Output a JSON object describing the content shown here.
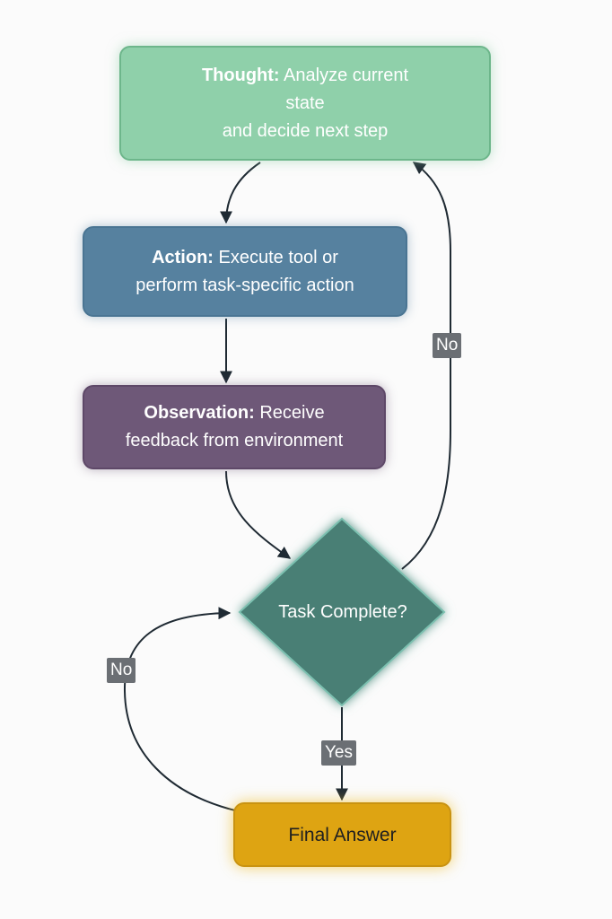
{
  "nodes": {
    "thought": {
      "label_bold": "Thought:",
      "line1": "Analyze current",
      "line2": "state",
      "line3": "and decide next step",
      "color": "#8fd0aa"
    },
    "action": {
      "label_bold": "Action:",
      "line1": "Execute tool or",
      "line2": "perform task-specific action",
      "color": "#56819f"
    },
    "observation": {
      "label_bold": "Observation:",
      "line1": "Receive",
      "line2": "feedback from environment",
      "color": "#6e5878"
    },
    "decision": {
      "text": "Task Complete?",
      "color": "#4a7f75"
    },
    "final": {
      "text": "Final Answer",
      "color": "#dea412"
    }
  },
  "edges": {
    "no_right": "No",
    "no_left": "No",
    "yes": "Yes"
  }
}
